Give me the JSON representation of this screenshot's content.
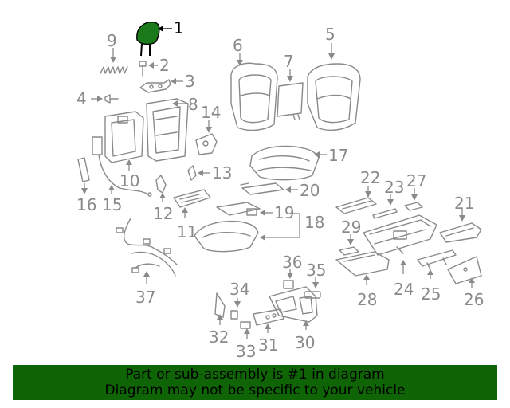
{
  "diagram": {
    "highlight_part": "1",
    "highlight_color": "#1a7a1a",
    "callouts": [
      "1",
      "2",
      "3",
      "4",
      "5",
      "6",
      "7",
      "8",
      "9",
      "10",
      "11",
      "12",
      "13",
      "14",
      "15",
      "16",
      "17",
      "18",
      "19",
      "20",
      "21",
      "22",
      "23",
      "24",
      "25",
      "26",
      "27",
      "28",
      "29",
      "30",
      "31",
      "32",
      "33",
      "34",
      "35",
      "36",
      "37"
    ]
  },
  "banner": {
    "line1": "Part or sub-assembly is #1 in diagram",
    "line2": "Diagram may not be specific to your vehicle",
    "background": "#0f6406"
  }
}
